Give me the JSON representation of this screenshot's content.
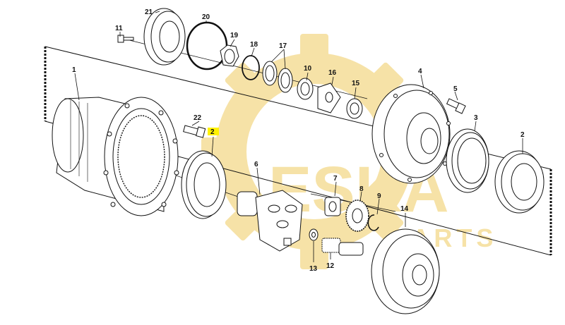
{
  "watermark": {
    "brand_text": "ESKA",
    "sub_text": "PARTS",
    "color": "#f3d98a"
  },
  "highlight_color": "#fff200",
  "callouts": [
    {
      "id": "1",
      "text": "1"
    },
    {
      "id": "2a",
      "text": "2",
      "highlighted": true
    },
    {
      "id": "2b",
      "text": "2"
    },
    {
      "id": "3",
      "text": "3"
    },
    {
      "id": "4",
      "text": "4"
    },
    {
      "id": "5",
      "text": "5"
    },
    {
      "id": "6",
      "text": "6"
    },
    {
      "id": "7",
      "text": "7"
    },
    {
      "id": "8",
      "text": "8"
    },
    {
      "id": "9",
      "text": "9"
    },
    {
      "id": "10",
      "text": "10"
    },
    {
      "id": "11",
      "text": "11"
    },
    {
      "id": "12",
      "text": "12"
    },
    {
      "id": "13",
      "text": "13"
    },
    {
      "id": "14",
      "text": "14"
    },
    {
      "id": "15",
      "text": "15"
    },
    {
      "id": "16",
      "text": "16"
    },
    {
      "id": "17",
      "text": "17"
    },
    {
      "id": "18",
      "text": "18"
    },
    {
      "id": "19",
      "text": "19"
    },
    {
      "id": "20",
      "text": "20"
    },
    {
      "id": "21",
      "text": "21"
    },
    {
      "id": "22",
      "text": "22"
    }
  ]
}
